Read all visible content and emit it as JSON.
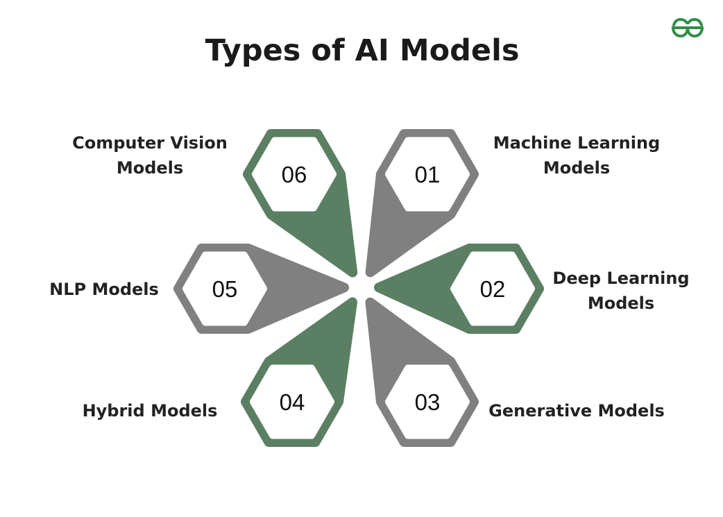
{
  "title": "Types of AI Models",
  "logo": {
    "name": "geeksforgeeks-logo",
    "text": "GfG",
    "color": "#2f8d46"
  },
  "colors": {
    "green": "#5b7f62",
    "gray": "#808080",
    "hex_fill": "#ffffff",
    "text": "#111111"
  },
  "items": [
    {
      "number": "01",
      "label_lines": [
        "Machine Learning",
        "Models"
      ],
      "color": "gray"
    },
    {
      "number": "02",
      "label_lines": [
        "Deep Learning",
        "Models"
      ],
      "color": "green"
    },
    {
      "number": "03",
      "label_lines": [
        "Generative Models"
      ],
      "color": "gray"
    },
    {
      "number": "04",
      "label_lines": [
        "Hybrid Models"
      ],
      "color": "green"
    },
    {
      "number": "05",
      "label_lines": [
        "NLP Models"
      ],
      "color": "gray"
    },
    {
      "number": "06",
      "label_lines": [
        "Computer Vision",
        "Models"
      ],
      "color": "green"
    }
  ]
}
